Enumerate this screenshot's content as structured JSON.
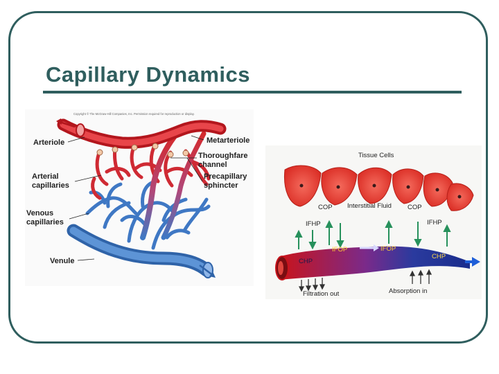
{
  "slide": {
    "title": "Capillary Dynamics"
  },
  "left_figure": {
    "copyright": "Copyright © The McGraw-Hill Companies, Inc. Permission required for reproduction or display.",
    "labels": {
      "arteriole": "Arteriole",
      "arterial_1": "Arterial",
      "arterial_2": "capillaries",
      "venous_1": "Venous",
      "venous_2": "capillaries",
      "venule": "Venule",
      "metarteriole": "Metarteriole",
      "thoroughfare_1": "Thoroughfare",
      "thoroughfare_2": "channel",
      "precap_1": "Precapillary",
      "precap_2": "sphincter"
    },
    "colors": {
      "artery": "#d42a2e",
      "vein": "#3f78c4",
      "label": "#222222"
    }
  },
  "right_figure": {
    "labels": {
      "tissue_cells": "Tissue Cells",
      "interstitial_fluid": "Interstitial Fluid",
      "cop_left": "COP",
      "cop_right": "COP",
      "ifhp_left": "IFHP",
      "ifhp_right": "IFHP",
      "ifop_left": "IFOP",
      "ifop_right": "IFOP",
      "chp_left": "CHP",
      "chp_right": "CHP",
      "filtration": "Filtration out",
      "absorption": "Absorption in"
    },
    "colors": {
      "cells": "#e8392f",
      "vessel_start": "#c8141c",
      "vessel_end": "#1a2d8c",
      "arrow": "#27915c",
      "flow_arrow": "#1f5fd8"
    }
  }
}
